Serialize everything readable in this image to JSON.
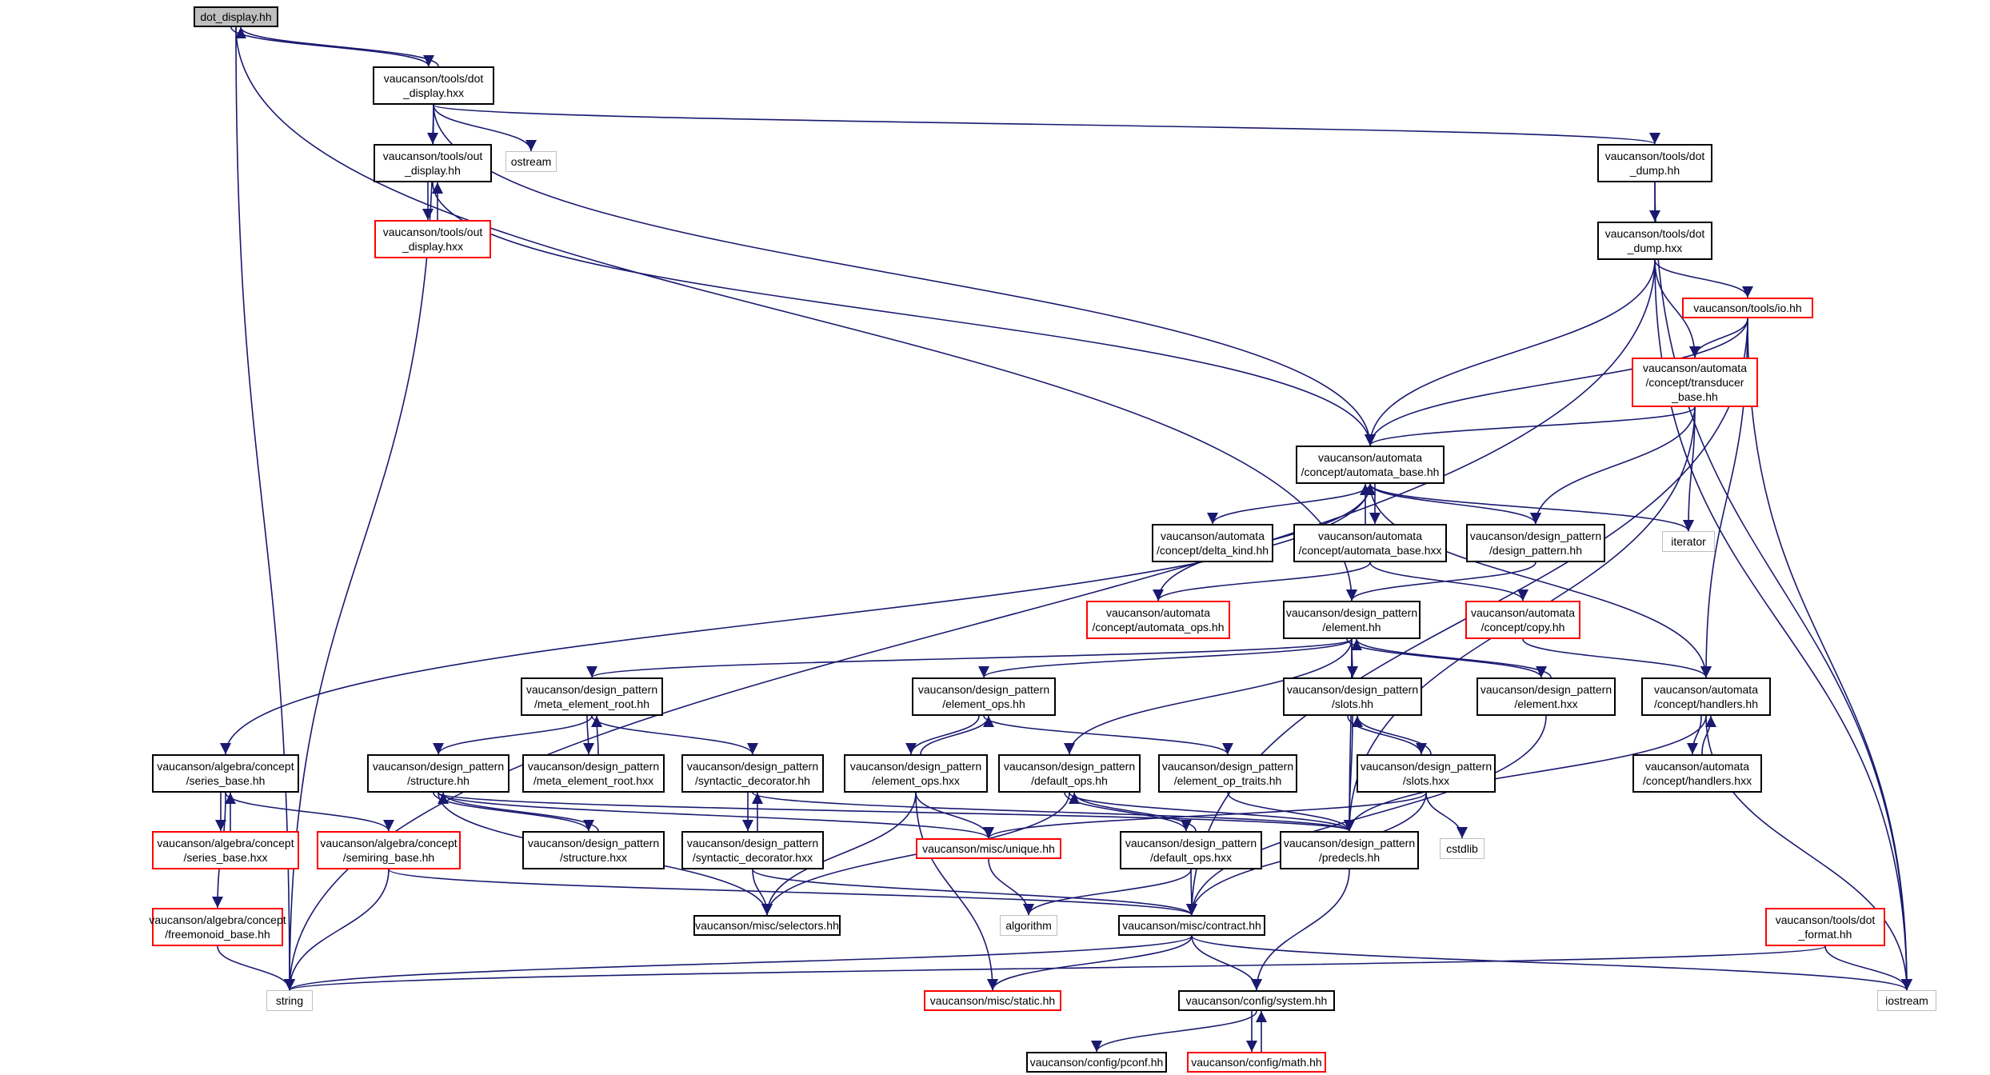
{
  "colors": {
    "edge": "#191970",
    "border": "#000000",
    "red_border": "#ff0000",
    "grey_border": "#bfbfbf",
    "root_fill": "#bfbfbf"
  },
  "nodes": [
    {
      "id": "n0",
      "label": "dot_display.hh",
      "style": "root"
    },
    {
      "id": "n1",
      "label": "vaucanson/tools/dot\n_display.hxx",
      "style": "black"
    },
    {
      "id": "n2",
      "label": "vaucanson/tools/out\n_display.hh",
      "style": "black"
    },
    {
      "id": "n3",
      "label": "ostream",
      "style": "grey"
    },
    {
      "id": "n4",
      "label": "vaucanson/tools/out\n_display.hxx",
      "style": "red"
    },
    {
      "id": "n5",
      "label": "vaucanson/tools/dot\n_dump.hh",
      "style": "black"
    },
    {
      "id": "n6",
      "label": "vaucanson/tools/dot\n_dump.hxx",
      "style": "black"
    },
    {
      "id": "n7",
      "label": "vaucanson/tools/io.hh",
      "style": "red"
    },
    {
      "id": "n8",
      "label": "vaucanson/automata\n/concept/transducer\n_base.hh",
      "style": "red"
    },
    {
      "id": "n9",
      "label": "vaucanson/automata\n/concept/automata_base.hh",
      "style": "black"
    },
    {
      "id": "n10",
      "label": "iterator",
      "style": "grey"
    },
    {
      "id": "n11",
      "label": "vaucanson/automata\n/concept/delta_kind.hh",
      "style": "black"
    },
    {
      "id": "n12",
      "label": "vaucanson/automata\n/concept/automata_base.hxx",
      "style": "black"
    },
    {
      "id": "n13",
      "label": "vaucanson/design_pattern\n/design_pattern.hh",
      "style": "black"
    },
    {
      "id": "n14",
      "label": "vaucanson/automata\n/concept/automata_ops.hh",
      "style": "red"
    },
    {
      "id": "n15",
      "label": "vaucanson/design_pattern\n/element.hh",
      "style": "black"
    },
    {
      "id": "n16",
      "label": "vaucanson/automata\n/concept/copy.hh",
      "style": "red"
    },
    {
      "id": "n17",
      "label": "vaucanson/design_pattern\n/meta_element_root.hh",
      "style": "black"
    },
    {
      "id": "n18",
      "label": "vaucanson/design_pattern\n/element_ops.hh",
      "style": "black"
    },
    {
      "id": "n19",
      "label": "vaucanson/design_pattern\n/slots.hh",
      "style": "black"
    },
    {
      "id": "n20",
      "label": "vaucanson/design_pattern\n/element.hxx",
      "style": "black"
    },
    {
      "id": "n21",
      "label": "vaucanson/automata\n/concept/handlers.hh",
      "style": "black"
    },
    {
      "id": "n22",
      "label": "vaucanson/algebra/concept\n/series_base.hh",
      "style": "black"
    },
    {
      "id": "n23",
      "label": "vaucanson/design_pattern\n/structure.hh",
      "style": "black"
    },
    {
      "id": "n24",
      "label": "vaucanson/design_pattern\n/meta_element_root.hxx",
      "style": "black"
    },
    {
      "id": "n25",
      "label": "vaucanson/design_pattern\n/syntactic_decorator.hh",
      "style": "black"
    },
    {
      "id": "n26",
      "label": "vaucanson/design_pattern\n/element_ops.hxx",
      "style": "black"
    },
    {
      "id": "n27",
      "label": "vaucanson/design_pattern\n/default_ops.hh",
      "style": "black"
    },
    {
      "id": "n28",
      "label": "vaucanson/design_pattern\n/element_op_traits.hh",
      "style": "black"
    },
    {
      "id": "n29",
      "label": "vaucanson/design_pattern\n/slots.hxx",
      "style": "black"
    },
    {
      "id": "n30",
      "label": "vaucanson/automata\n/concept/handlers.hxx",
      "style": "black"
    },
    {
      "id": "n31",
      "label": "vaucanson/algebra/concept\n/series_base.hxx",
      "style": "red"
    },
    {
      "id": "n32",
      "label": "vaucanson/algebra/concept\n/semiring_base.hh",
      "style": "red"
    },
    {
      "id": "n33",
      "label": "vaucanson/design_pattern\n/structure.hxx",
      "style": "black"
    },
    {
      "id": "n34",
      "label": "vaucanson/design_pattern\n/syntactic_decorator.hxx",
      "style": "black"
    },
    {
      "id": "n35",
      "label": "vaucanson/misc/unique.hh",
      "style": "red"
    },
    {
      "id": "n36",
      "label": "vaucanson/design_pattern\n/default_ops.hxx",
      "style": "black"
    },
    {
      "id": "n37",
      "label": "vaucanson/design_pattern\n/predecls.hh",
      "style": "black"
    },
    {
      "id": "n38",
      "label": "cstdlib",
      "style": "grey"
    },
    {
      "id": "n39",
      "label": "vaucanson/algebra/concept\n/freemonoid_base.hh",
      "style": "red"
    },
    {
      "id": "n40",
      "label": "vaucanson/misc/selectors.hh",
      "style": "black"
    },
    {
      "id": "n41",
      "label": "algorithm",
      "style": "grey"
    },
    {
      "id": "n42",
      "label": "vaucanson/misc/contract.hh",
      "style": "black"
    },
    {
      "id": "n43",
      "label": "vaucanson/tools/dot\n_format.hh",
      "style": "red"
    },
    {
      "id": "n44",
      "label": "string",
      "style": "grey"
    },
    {
      "id": "n45",
      "label": "vaucanson/misc/static.hh",
      "style": "red"
    },
    {
      "id": "n46",
      "label": "vaucanson/config/system.hh",
      "style": "black"
    },
    {
      "id": "n47",
      "label": "iostream",
      "style": "grey"
    },
    {
      "id": "n48",
      "label": "vaucanson/config/pconf.hh",
      "style": "black"
    },
    {
      "id": "n49",
      "label": "vaucanson/config/math.hh",
      "style": "red"
    }
  ],
  "edges": [
    [
      "n0",
      "n1"
    ],
    [
      "n1",
      "n0"
    ],
    [
      "n0",
      "n44"
    ],
    [
      "n0",
      "n15"
    ],
    [
      "n1",
      "n2"
    ],
    [
      "n1",
      "n3"
    ],
    [
      "n1",
      "n5"
    ],
    [
      "n1",
      "n9"
    ],
    [
      "n1",
      "n44"
    ],
    [
      "n2",
      "n4"
    ],
    [
      "n4",
      "n2"
    ],
    [
      "n2",
      "n9"
    ],
    [
      "n5",
      "n6"
    ],
    [
      "n5",
      "n47"
    ],
    [
      "n6",
      "n7"
    ],
    [
      "n6",
      "n8"
    ],
    [
      "n6",
      "n9"
    ],
    [
      "n6",
      "n44"
    ],
    [
      "n6",
      "n47"
    ],
    [
      "n7",
      "n8"
    ],
    [
      "n7",
      "n9"
    ],
    [
      "n7",
      "n21"
    ],
    [
      "n7",
      "n47"
    ],
    [
      "n7",
      "n42"
    ],
    [
      "n8",
      "n9"
    ],
    [
      "n8",
      "n13"
    ],
    [
      "n8",
      "n10"
    ],
    [
      "n8",
      "n37"
    ],
    [
      "n9",
      "n10"
    ],
    [
      "n9",
      "n11"
    ],
    [
      "n9",
      "n12"
    ],
    [
      "n12",
      "n9"
    ],
    [
      "n9",
      "n13"
    ],
    [
      "n9",
      "n21"
    ],
    [
      "n9",
      "n22"
    ],
    [
      "n12",
      "n14"
    ],
    [
      "n12",
      "n16"
    ],
    [
      "n14",
      "n9"
    ],
    [
      "n13",
      "n15"
    ],
    [
      "n16",
      "n21"
    ],
    [
      "n15",
      "n17"
    ],
    [
      "n15",
      "n18"
    ],
    [
      "n15",
      "n19"
    ],
    [
      "n15",
      "n20"
    ],
    [
      "n20",
      "n15"
    ],
    [
      "n15",
      "n27"
    ],
    [
      "n15",
      "n37"
    ],
    [
      "n17",
      "n23"
    ],
    [
      "n17",
      "n24"
    ],
    [
      "n24",
      "n17"
    ],
    [
      "n17",
      "n25"
    ],
    [
      "n18",
      "n26"
    ],
    [
      "n26",
      "n18"
    ],
    [
      "n18",
      "n28"
    ],
    [
      "n19",
      "n29"
    ],
    [
      "n29",
      "n19"
    ],
    [
      "n19",
      "n37"
    ],
    [
      "n20",
      "n42"
    ],
    [
      "n21",
      "n30"
    ],
    [
      "n30",
      "n21"
    ],
    [
      "n21",
      "n37"
    ],
    [
      "n21",
      "n47"
    ],
    [
      "n22",
      "n31"
    ],
    [
      "n31",
      "n22"
    ],
    [
      "n22",
      "n32"
    ],
    [
      "n22",
      "n39"
    ],
    [
      "n23",
      "n33"
    ],
    [
      "n33",
      "n23"
    ],
    [
      "n23",
      "n37"
    ],
    [
      "n23",
      "n35"
    ],
    [
      "n23",
      "n40"
    ],
    [
      "n25",
      "n34"
    ],
    [
      "n34",
      "n25"
    ],
    [
      "n25",
      "n37"
    ],
    [
      "n26",
      "n35"
    ],
    [
      "n26",
      "n40"
    ],
    [
      "n26",
      "n45"
    ],
    [
      "n27",
      "n36"
    ],
    [
      "n36",
      "n27"
    ],
    [
      "n27",
      "n37"
    ],
    [
      "n27",
      "n40"
    ],
    [
      "n28",
      "n37"
    ],
    [
      "n29",
      "n35"
    ],
    [
      "n29",
      "n38"
    ],
    [
      "n29",
      "n42"
    ],
    [
      "n32",
      "n44"
    ],
    [
      "n32",
      "n42"
    ],
    [
      "n34",
      "n40"
    ],
    [
      "n34",
      "n42"
    ],
    [
      "n35",
      "n41"
    ],
    [
      "n36",
      "n41"
    ],
    [
      "n36",
      "n42"
    ],
    [
      "n37",
      "n46"
    ],
    [
      "n39",
      "n44"
    ],
    [
      "n42",
      "n44"
    ],
    [
      "n42",
      "n45"
    ],
    [
      "n42",
      "n46"
    ],
    [
      "n42",
      "n47"
    ],
    [
      "n43",
      "n44"
    ],
    [
      "n43",
      "n47"
    ],
    [
      "n46",
      "n48"
    ],
    [
      "n46",
      "n49"
    ],
    [
      "n49",
      "n46"
    ]
  ]
}
